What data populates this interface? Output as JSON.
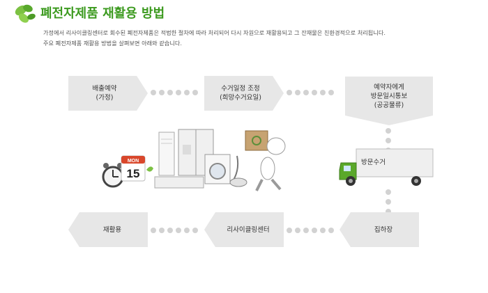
{
  "header": {
    "icon": "leaf-icon",
    "title": "폐전자제품 재활용 방법",
    "desc_line1": "가정에서 리사이클링센터로 회수된 폐전자제품은 적법한 절차에 따라 처리되어 다시 자원으로 재활용되고 그 잔재물은 친환경적으로 처리됩니다.",
    "desc_line2": "주요 폐전자제품 재활용 방법을 살펴보면 아래와 같습니다."
  },
  "flow": {
    "step1": "배출예약\n(가정)",
    "step2": "수거일정 조정\n(희망수거요일)",
    "step3": "예약자에게\n방문일시통보\n(공공물류)",
    "step4": "방문수거",
    "step5": "집하장",
    "step6": "리사이클링센터",
    "step7": "재활용"
  },
  "illustration": {
    "calendar_month": "MON",
    "calendar_day": "15",
    "icons": [
      "alarm-clock-icon",
      "calendar-icon",
      "refrigerator-icon",
      "air-conditioner-icon",
      "washing-machine-icon",
      "vacuum-icon",
      "recycle-box-icon",
      "mascot-icon",
      "truck-icon"
    ]
  },
  "colors": {
    "title_green": "#3c9a1f",
    "step_gray": "#e7e7e7",
    "dot_gray": "#d2d2d2",
    "truck_green": "#5aa82a"
  }
}
